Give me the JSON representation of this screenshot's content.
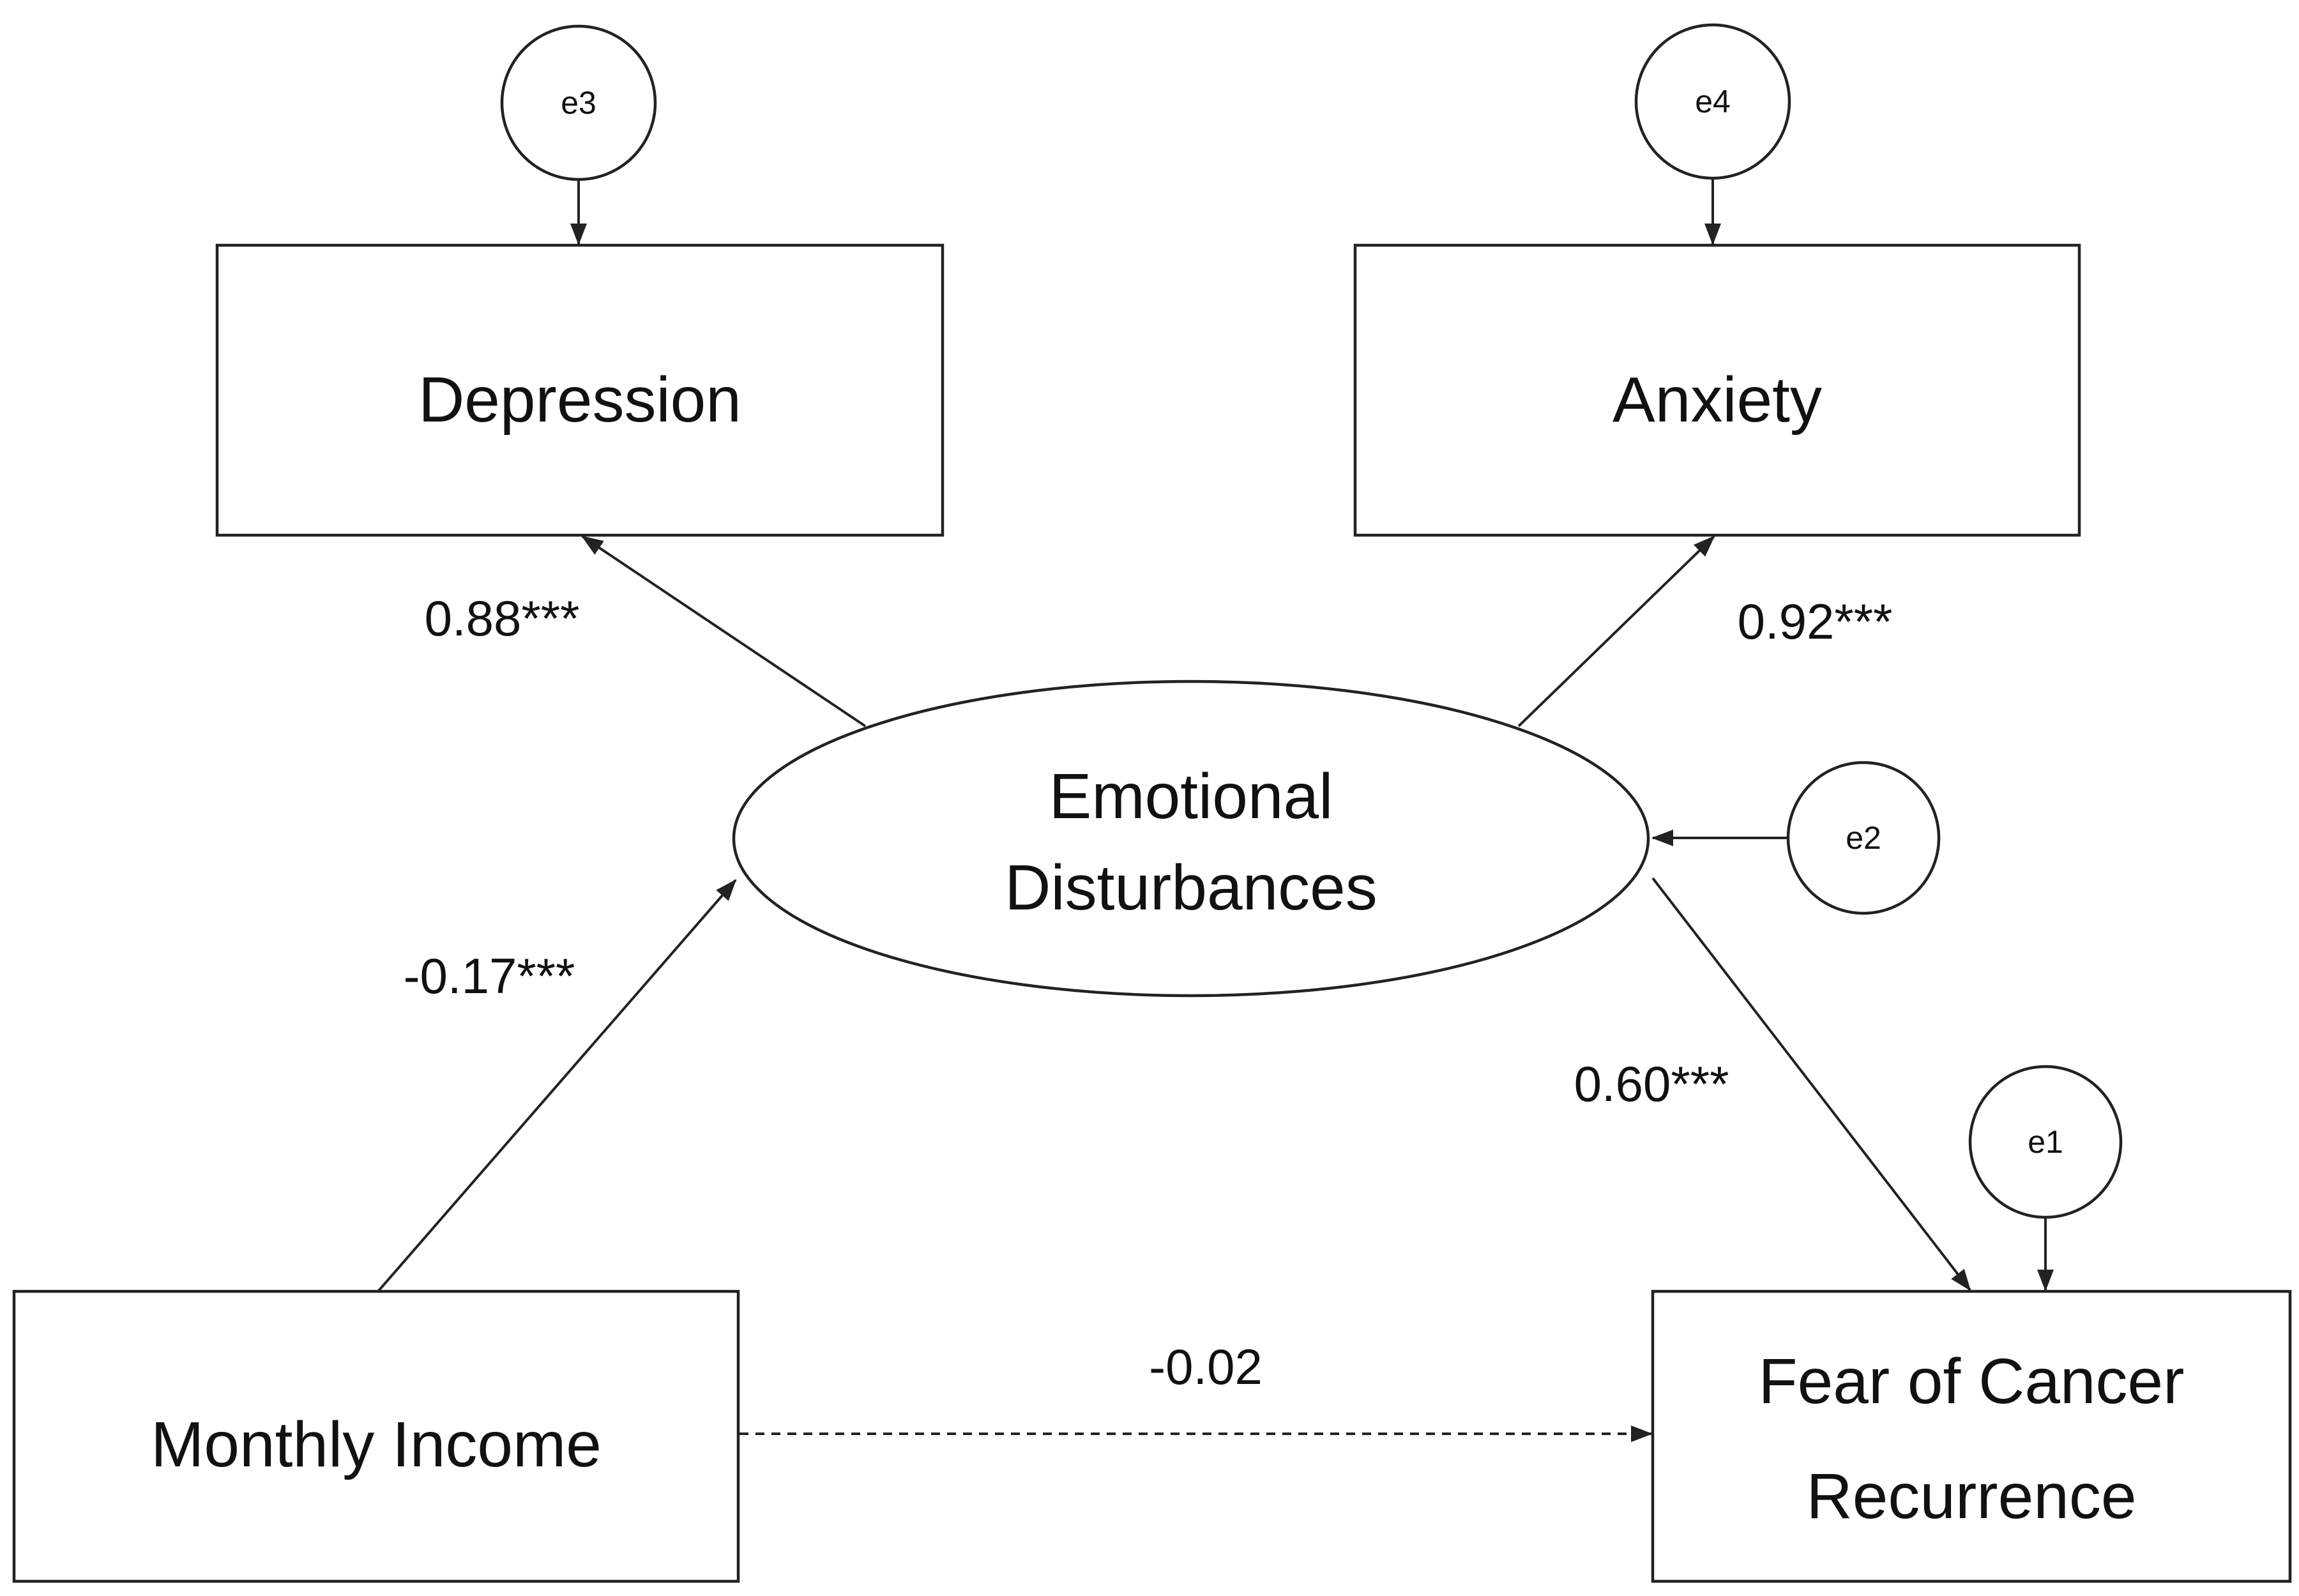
{
  "nodes": {
    "depression": "Depression",
    "anxiety": "Anxiety",
    "emotional_line1": "Emotional",
    "emotional_line2": "Disturbances",
    "income": "Monthly Income",
    "fcr_line1": "Fear of Cancer",
    "fcr_line2": "Recurrence"
  },
  "errors": {
    "e1": "e1",
    "e2": "e2",
    "e3": "e3",
    "e4": "e4"
  },
  "paths": {
    "ed_to_depression": "0.88***",
    "ed_to_anxiety": "0.92***",
    "income_to_ed": "-0.17***",
    "ed_to_fcr": "0.60***",
    "income_to_fcr": "-0.02"
  }
}
